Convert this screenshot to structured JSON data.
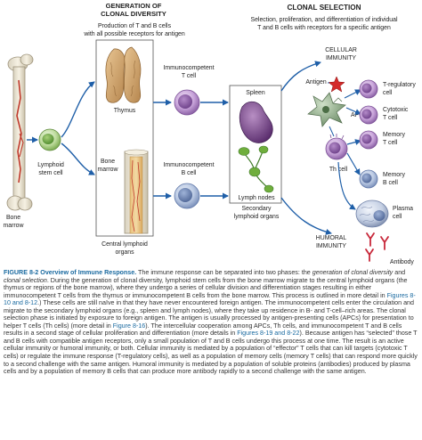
{
  "headers": {
    "generation_line1": "GENERATION OF",
    "generation_line2": "CLONAL DIVERSITY",
    "generation_desc1": "Production of T and B cells",
    "generation_desc2": "with all possible receptors for antigen",
    "selection_title": "CLONAL SELECTION",
    "selection_desc1": "Selection, proliferation, and differentiation of individual",
    "selection_desc2": "T and B cells with receptors for a specific antigen"
  },
  "labels": {
    "bone_marrow_1": "Bone",
    "bone_marrow_2": "marrow",
    "lymphoid_stem_1": "Lymphoid",
    "lymphoid_stem_2": "stem cell",
    "thymus": "Thymus",
    "bm_organ_1": "Bone",
    "bm_organ_2": "marrow",
    "central_1": "Central lymphoid",
    "central_2": "organs",
    "imm_t_1": "Immunocompetent",
    "imm_t_2": "T cell",
    "imm_b_1": "Immunocompetent",
    "imm_b_2": "B cell",
    "spleen": "Spleen",
    "lymph_nodes": "Lymph nodes",
    "secondary_1": "Secondary",
    "secondary_2": "lymphoid organs",
    "cellular_1": "CELLULAR",
    "cellular_2": "IMMUNITY",
    "antigen": "Antigen",
    "apc": "APC",
    "th_cell": "Th cell",
    "treg_1": "T-regulatory",
    "treg_2": "cell",
    "cytotoxic_1": "Cytotoxic",
    "cytotoxic_2": "T cell",
    "memory_t_1": "Memory",
    "memory_t_2": "T cell",
    "memory_b_1": "Memory",
    "memory_b_2": "B cell",
    "plasma_1": "Plasma",
    "plasma_2": "cell",
    "humoral_1": "HUMORAL",
    "humoral_2": "IMMUNITY",
    "antibody": "Antibody"
  },
  "caption": {
    "fig_num": "FIGURE 8-2",
    "fig_title": "Overview of Immune Response.",
    "p01": " The immune response can be separated into two phases: the ",
    "p02": "generation of clonal diversity",
    "p03": " and ",
    "p04": "clonal selection",
    "p05": ". During the generation of clonal diversity, lymphoid stem cells from the bone marrow migrate to the central lymphoid organs (the thymus or regions of the bone marrow), where they undergo a series of cellular division and differentiation stages resulting in either immunocompetent T cells from the thymus or immunocompetent B cells from the bone marrow. This process is outlined in more detail in ",
    "r1": "Figures 8-10 and 8-12",
    "p06": ".) These cells are still naïve in that they have never encountered foreign antigen. The immunocompetent cells enter the circulation and migrate to the secondary lymphoid organs (e.g., spleen and lymph nodes), where they take up residence in B- and T-cell–rich areas. The clonal selection phase is initiated by exposure to foreign antigen. The antigen is usually processed by antigen-presenting cells (APCs) for presentation to helper T cells (Th cells) (more detail in ",
    "r2": "Figure 8-16",
    "p07": "). The intercellular cooperation among APCs, Th cells, and immunocompetent T and B cells results in a second stage of cellular proliferation and differentiation (more details in ",
    "r3": "Figures 8-19 and 8-22",
    "p08": "). Because antigen has “selected” those T and B cells with compatible antigen receptors, only a small population of T and B cells undergo this process at one time. The result is an active cellular immunity or humoral immunity, or both. Cellular immunity is mediated by a population of “effector” T cells that can kill targets (cytotoxic T cells) or regulate the immune response (T-regulatory cells), as well as a population of memory cells (memory T cells) that can respond more quickly to a second challenge with the same antigen. Humoral immunity is mediated by a population of soluble proteins (antibodies) produced by plasma cells and by a population of memory B cells that can produce more antibody rapidly to a second challenge with the same antigen."
  }
}
